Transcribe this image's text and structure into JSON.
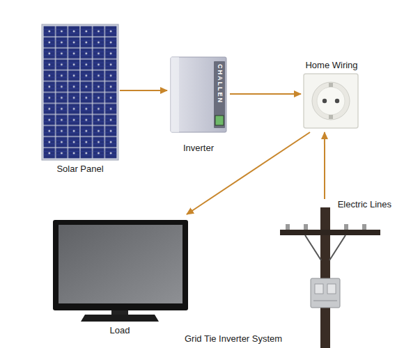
{
  "diagram": {
    "caption": "Grid Tie Inverter System",
    "nodes": [
      {
        "text": [
          "Solar Panel"
        ]
      },
      {
        "text": [
          "Inverter"
        ]
      },
      {
        "text": [
          "Home Wiring"
        ]
      },
      {
        "text": [
          "Load"
        ]
      },
      {
        "text": [
          "Electric Lines"
        ]
      }
    ],
    "edges": [
      {
        "from": 0,
        "to": 1,
        "arrow": "to"
      },
      {
        "from": 1,
        "to": 2,
        "arrow": "to"
      },
      {
        "from": 2,
        "to": 3,
        "arrow": "to"
      },
      {
        "from": 4,
        "to": 2,
        "arrow": "to"
      }
    ],
    "labels": [
      "CHALLEN"
    ]
  }
}
